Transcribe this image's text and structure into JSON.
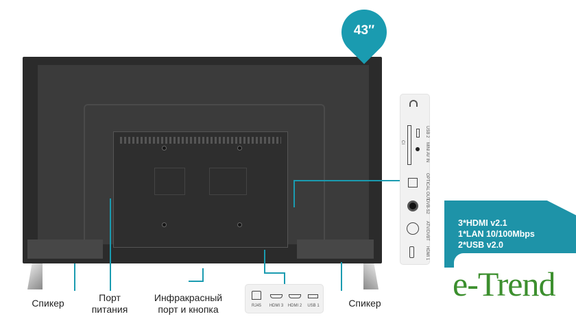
{
  "badge": {
    "size": "43″"
  },
  "side_ports": {
    "headphone": "",
    "ci": "CI",
    "usb2": "USB 2",
    "mini_av": "MINI AV IN",
    "optical": "OPTICAL OUT",
    "dvb_s2": "DVB-S2",
    "atv_dvbt": "ATV/DVBT",
    "hdmi1": "HDMI 1"
  },
  "bottom_ports": [
    "RJ45",
    "HDMI 3",
    "HDMI 2",
    "USB 1"
  ],
  "labels": {
    "speaker_left": "Спикер",
    "power_1": "Порт",
    "power_2": "питания",
    "ir_1": "Инфракрасный",
    "ir_2": "порт и кнопка",
    "speaker_right": "Спикер"
  },
  "specs": [
    "3*HDMI v2.1",
    "1*LAN 10/100Mbps",
    "2*USB v2.0"
  ],
  "logo": "e-Trend",
  "colors": {
    "accent": "#1a9bb0",
    "logo": "#3c8f2e"
  }
}
